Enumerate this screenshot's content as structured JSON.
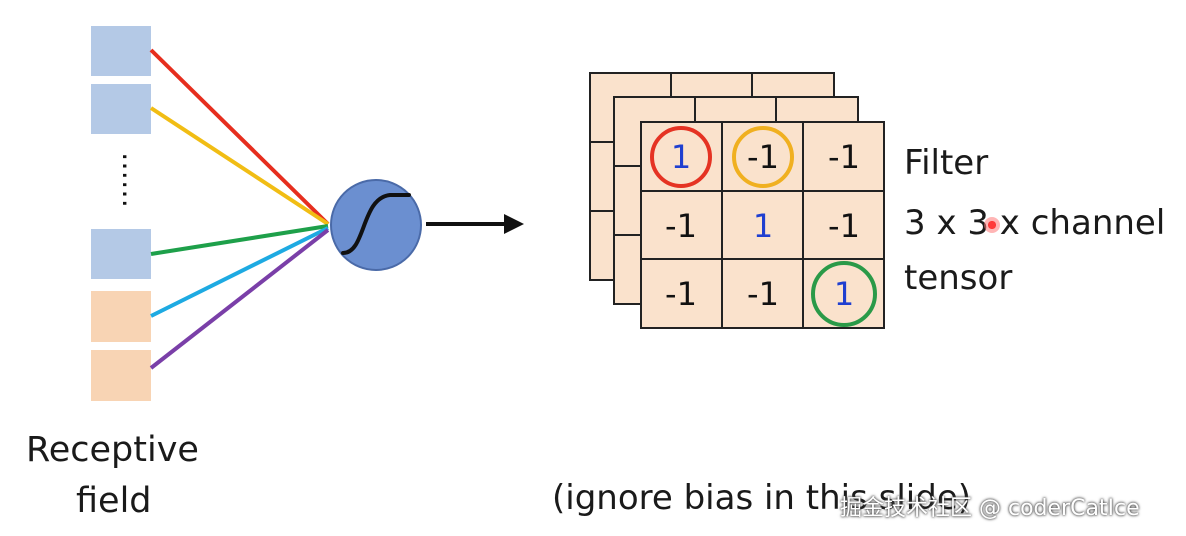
{
  "receptive_field": {
    "line1": "Receptive",
    "line2": "field"
  },
  "ellipsis": "……",
  "filter": {
    "label_line1": "Filter",
    "label_line2": "3 x 3 x channel",
    "label_line3": "tensor",
    "cells": [
      [
        "1",
        "-1",
        "-1"
      ],
      [
        "-1",
        "1",
        "-1"
      ],
      [
        "-1",
        "-1",
        "1"
      ]
    ],
    "highlighted": [
      {
        "row": 0,
        "col": 0,
        "color": "#e53323"
      },
      {
        "row": 0,
        "col": 1,
        "color": "#f0b020"
      },
      {
        "row": 2,
        "col": 2,
        "color": "#2a9a48"
      }
    ]
  },
  "note": "(ignore bias in this slide)",
  "watermark": "掘金技术社区 @ coderCatIce",
  "colors": {
    "input_blue": "#b4c9e6",
    "input_peach": "#f8d4b4",
    "filter_fill": "#fae2cc",
    "neuron": "#6b8fd0",
    "one_text": "#1f3fd0",
    "line_colors": [
      "#e62e1e",
      "#f1bd14",
      "#1ea04a",
      "#1eaae2",
      "#7a3fa8"
    ]
  }
}
